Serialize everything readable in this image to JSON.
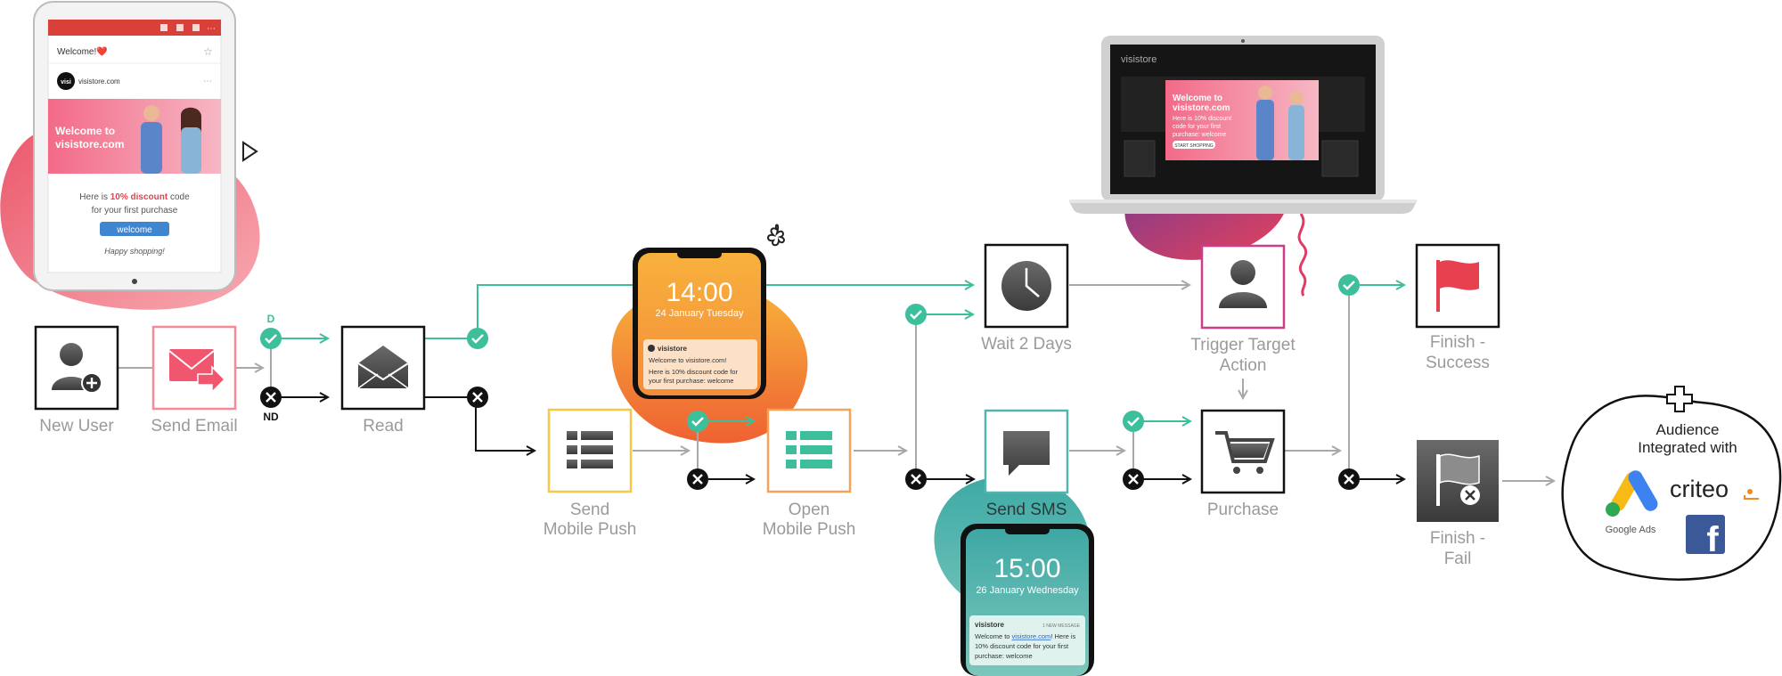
{
  "colors": {
    "green": "#3dbf9c",
    "gray_line": "#a8a8a8",
    "black": "#111111",
    "red": "#e7414f",
    "pink": "#f56b87",
    "orange": "#f7962f",
    "teal": "#56b4ad"
  },
  "nodes": {
    "new_user": "New User",
    "send_email": "Send Email",
    "read": "Read",
    "send_push_1": "Send",
    "send_push_2": "Mobile Push",
    "open_push_1": "Open",
    "open_push_2": "Mobile Push",
    "wait": "Wait 2 Days",
    "trigger_1": "Trigger Target",
    "trigger_2": "Action",
    "send_sms": "Send SMS",
    "purchase": "Purchase",
    "finish_success_1": "Finish -",
    "finish_success_2": "Success",
    "finish_fail_1": "Finish -",
    "finish_fail_2": "Fail"
  },
  "branch_labels": {
    "delivered": "D",
    "not_delivered": "ND"
  },
  "email_mockup": {
    "subject": "Welcome!❤️",
    "sender": "visistore.com",
    "logo_text": "visi",
    "banner_line1": "Welcome to",
    "banner_line2": "visistore.com",
    "body_line1_pre": "Here is ",
    "body_line1_bold": "10% discount",
    "body_line1_post": " code",
    "body_line2": "for your first purchase",
    "button": "welcome",
    "footer": "Happy shopping!"
  },
  "push_mockup": {
    "time": "14:00",
    "date": "24 January Tuesday",
    "app": "visistore",
    "msg1": "Welcome to visistore.com!",
    "msg2": "Here is 10% discount code for",
    "msg3": "your first purchase: welcome"
  },
  "laptop_mockup": {
    "brand": "visistore",
    "banner_line1": "Welcome to",
    "banner_line2": "visistore.com",
    "banner_line3": "Here is 10% discount",
    "banner_line4": "code for your first",
    "banner_line5": "purchase: welcome",
    "cta": "START SHOPPING"
  },
  "sms_mockup": {
    "time": "15:00",
    "date": "26 January Wednesday",
    "app": "visistore",
    "tag": "1 NEW MESSAGE",
    "msg1_pre": "Welcome to ",
    "msg1_link": "visistore.com",
    "msg1_post": "! Here is",
    "msg2": "10% discount code for your first",
    "msg3": "purchase: welcome"
  },
  "audience": {
    "line1": "Audience",
    "line2": "Integrated with",
    "google_ads": "Google Ads",
    "criteo": "criteo",
    "facebook": "f"
  }
}
